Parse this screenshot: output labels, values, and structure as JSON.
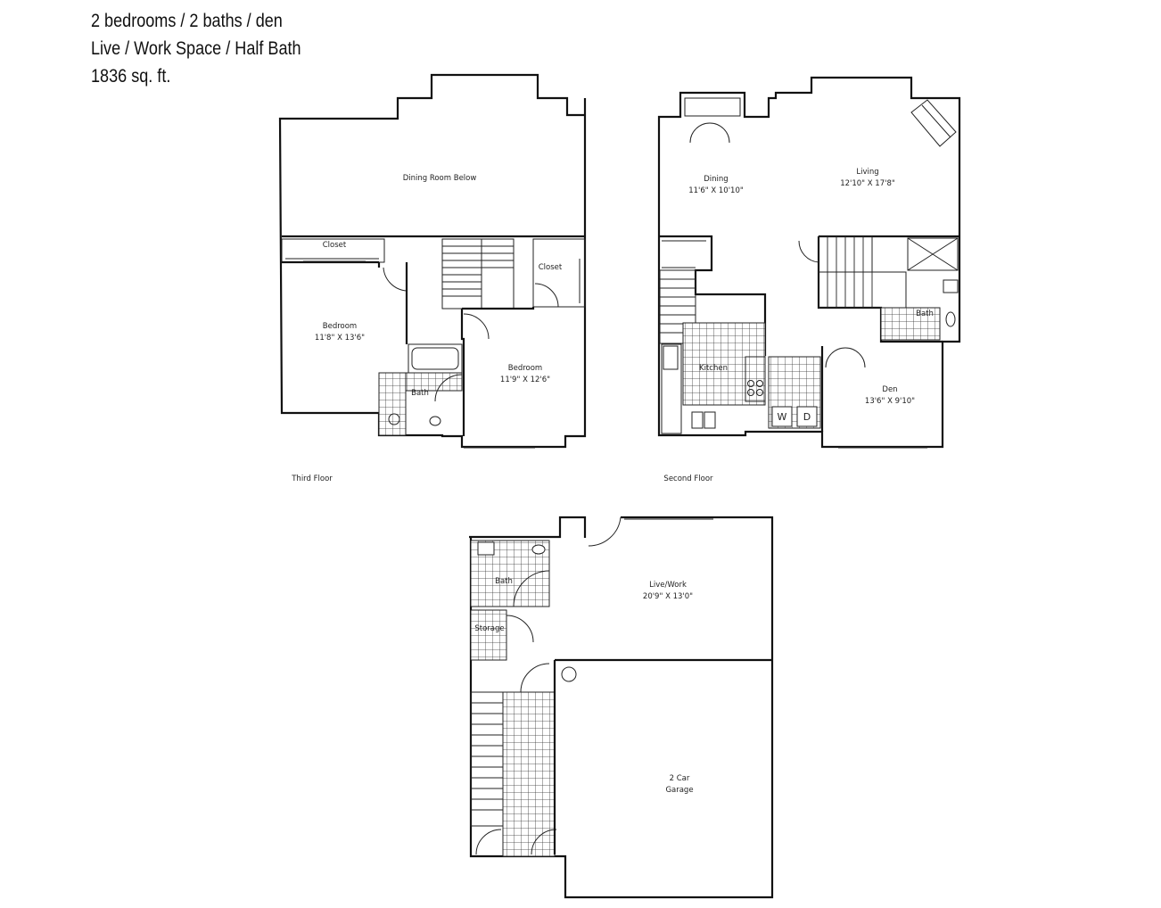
{
  "header": {
    "line1": "2 bedrooms / 2 baths / den",
    "line2": "Live / Work Space / Half Bath",
    "line3": "1836 sq. ft."
  },
  "third_floor": {
    "label": "Third Floor",
    "dining_below": "Dining Room Below",
    "closet_left": "Closet",
    "closet_right": "Closet",
    "bedroom1_name": "Bedroom",
    "bedroom1_size": "11'8\" X 13'6\"",
    "bedroom2_name": "Bedroom",
    "bedroom2_size": "11'9\" X 12'6\"",
    "bath": "Bath"
  },
  "second_floor": {
    "label": "Second Floor",
    "dining_name": "Dining",
    "dining_size": "11'6\" X 10'10\"",
    "living_name": "Living",
    "living_size": "12'10\" X 17'8\"",
    "kitchen": "Kitchen",
    "bath": "Bath",
    "den_name": "Den",
    "den_size": "13'6\" X 9'10\"",
    "washer": "W",
    "dryer": "D"
  },
  "first_floor": {
    "bath": "Bath",
    "storage": "Storage",
    "livework_name": "Live/Work",
    "livework_size": "20'9\" X 13'0\"",
    "garage_line1": "2 Car",
    "garage_line2": "Garage"
  }
}
